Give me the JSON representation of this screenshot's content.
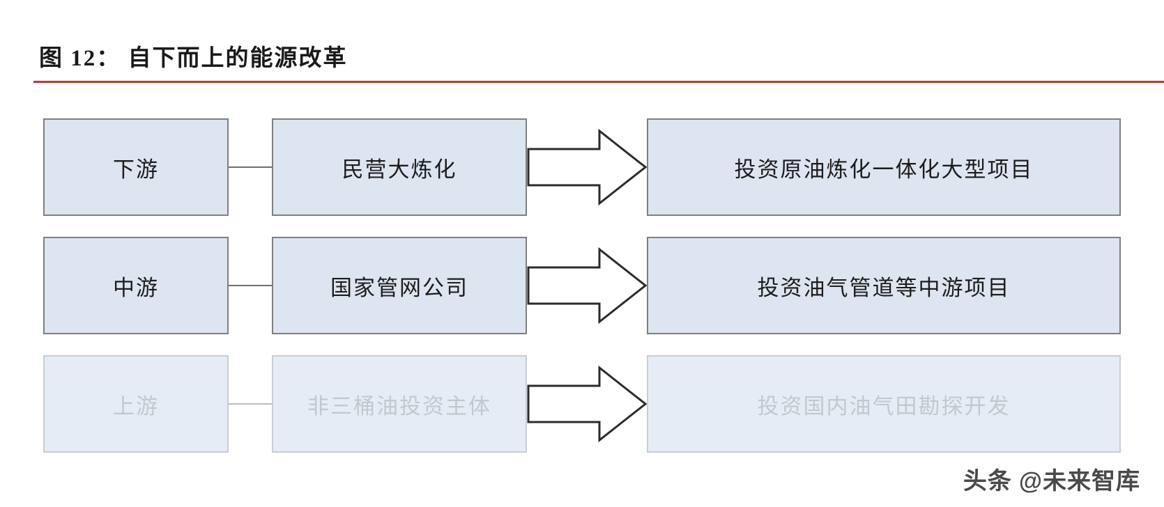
{
  "header": {
    "figure_label": "图 12：",
    "title": "自下而上的能源改革",
    "full_title": "图 12： 自下而上的能源改革",
    "rule_color": "#c0392b"
  },
  "diagram": {
    "type": "flow",
    "box_fill": "#dde5f0",
    "box_border": "#7f7f7f",
    "faded_text": "#c3c8d0",
    "rows": [
      {
        "id": "downstream",
        "stage": "下游",
        "actor": "民营大炼化",
        "action": "投资原油炼化一体化大型项目",
        "faded": false
      },
      {
        "id": "midstream",
        "stage": "中游",
        "actor": "国家管网公司",
        "action": "投资油气管道等中游项目",
        "faded": false
      },
      {
        "id": "upstream",
        "stage": "上游",
        "actor": "非三桶油投资主体",
        "action": "投资国内油气田勘探开发",
        "faded": true
      }
    ]
  },
  "watermark": {
    "logo": "头条",
    "text": "@未来智库"
  }
}
